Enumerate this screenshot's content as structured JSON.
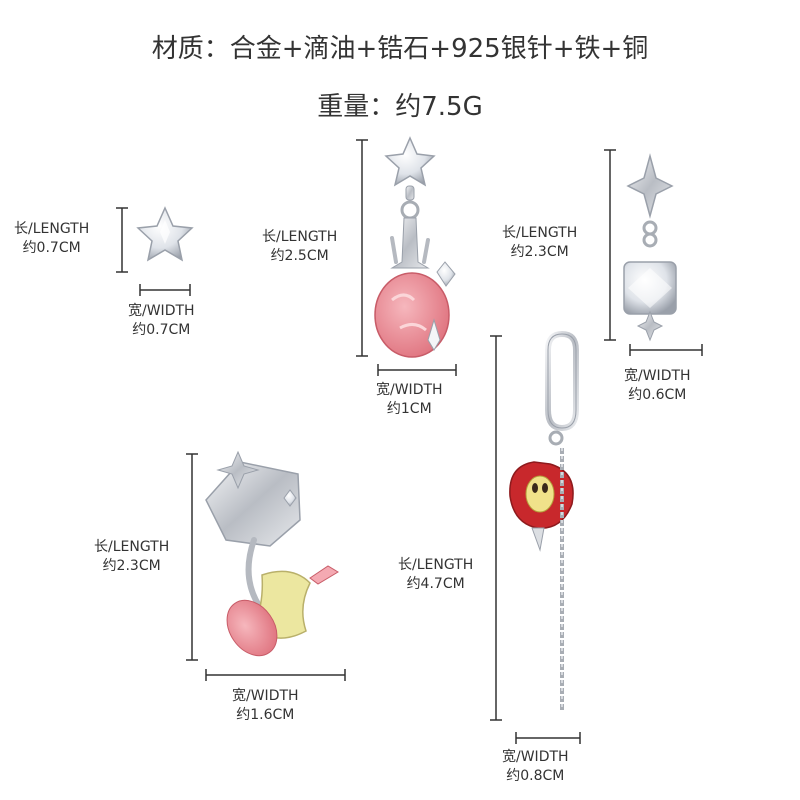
{
  "header": {
    "material": "材质：合金+滴油+锆石+925银针+铁+铜",
    "weight": "重量：约7.5G"
  },
  "items": [
    {
      "id": "star-stud",
      "length_label": "长/LENGTH",
      "length_value": "约0.7CM",
      "width_label": "宽/WIDTH",
      "width_value": "约0.7CM"
    },
    {
      "id": "star-fork-peach",
      "length_label": "长/LENGTH",
      "length_value": "约2.5CM",
      "width_label": "宽/WIDTH",
      "width_value": "约1CM"
    },
    {
      "id": "sparkle-crystal",
      "length_label": "长/LENGTH",
      "length_value": "约2.3CM",
      "width_label": "宽/WIDTH",
      "width_value": "约0.6CM"
    },
    {
      "id": "mushroom-apple-core",
      "length_label": "长/LENGTH",
      "length_value": "约2.3CM",
      "width_label": "宽/WIDTH",
      "width_value": "约1.6CM"
    },
    {
      "id": "hoop-apple-chain",
      "length_label": "长/LENGTH",
      "length_value": "约4.7CM",
      "width_label": "宽/WIDTH",
      "width_value": "约0.8CM"
    }
  ],
  "colors": {
    "text": "#333333",
    "silver": "#c9ccd1",
    "pink_enamel": "#e98a94",
    "red_enamel": "#c8282c",
    "yellow_enamel": "#ece7a0"
  }
}
